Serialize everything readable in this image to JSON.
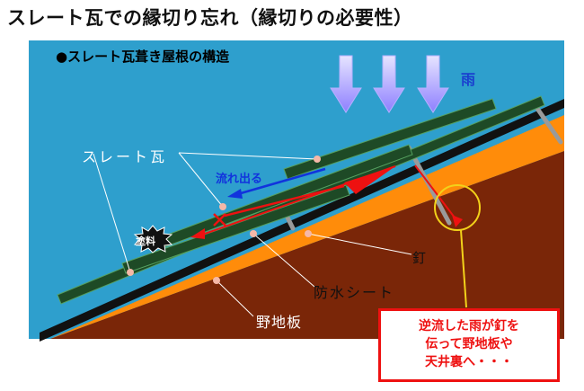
{
  "title": "スレート瓦での縁切り忘れ（縁切りの必要性）",
  "diagram": {
    "heading": "●スレート瓦葺き屋根の構造",
    "rain_label": "雨",
    "labels": {
      "slate": "スレート瓦",
      "flow_out": "流れ出る",
      "paint": "塗料",
      "nail": "釘",
      "waterproof_sheet": "防水シート",
      "sheathing_board": "野地板"
    },
    "callout": {
      "lines": [
        "逆流した雨が釘を",
        "伝って野地板や",
        "天井裏へ・・・"
      ]
    }
  },
  "colors": {
    "sky": "#2e9fcd",
    "sheathing_board": "#7a2608",
    "waterproof_sheet": "#ff8c0a",
    "roof_underlay": "#111111",
    "slate": "#1e4a26",
    "accent_red": "#ee1111",
    "flow_blue": "#1133dd"
  }
}
